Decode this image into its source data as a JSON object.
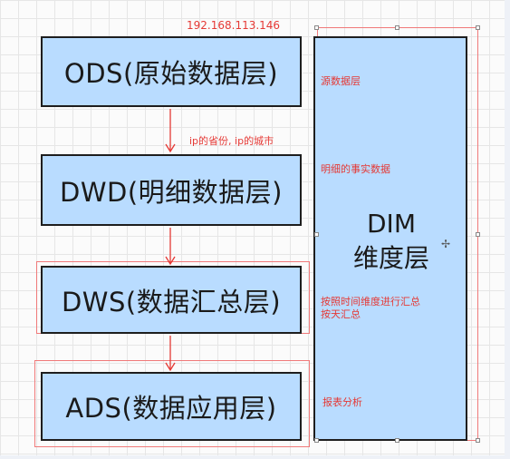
{
  "ip_label": "192.168.113.146",
  "layers": [
    {
      "label": "ODS(原始数据层)"
    },
    {
      "label": "DWD(明细数据层)"
    },
    {
      "label": "DWS(数据汇总层)"
    },
    {
      "label": "ADS(数据应用层)"
    }
  ],
  "dim": {
    "line1": "DIM",
    "line2": "维度层"
  },
  "annotations": {
    "arrow_note": "ip的省份, ip的城市",
    "ods_note": "源数据层",
    "dwd_note": "明细的事实数据",
    "dws_note_line1": "按照时间维度进行汇总",
    "dws_note_line2": "按天汇总",
    "ads_note": "报表分析"
  },
  "colors": {
    "box_fill": "#b9dcff",
    "box_border": "#1e1e1e",
    "annotation_red": "#e53935",
    "arrow_red": "#e53935"
  }
}
